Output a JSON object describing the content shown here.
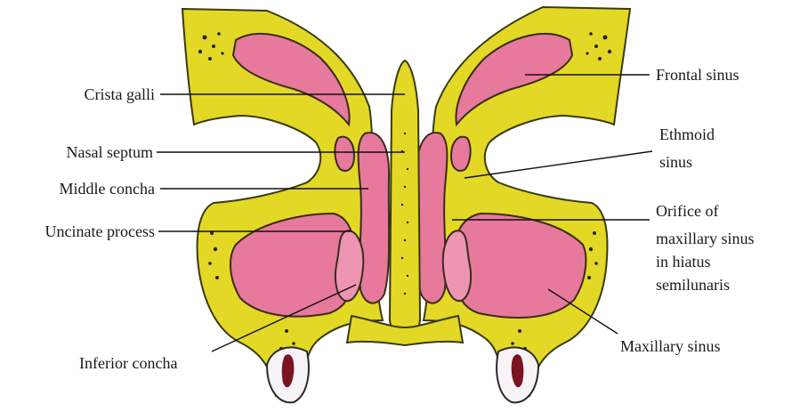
{
  "labels": {
    "crista_galli": "Crista galli",
    "nasal_septum": "Nasal septum",
    "middle_concha": "Middle concha",
    "uncinate_process": "Uncinate process",
    "inferior_concha": "Inferior concha",
    "frontal_sinus": "Frontal sinus",
    "ethmoid_sinus_line1": "Ethmoid",
    "ethmoid_sinus_line2": "sinus",
    "orifice_line1": "Orifice of",
    "orifice_line2": "maxillary sinus",
    "orifice_line3": "in hiatus",
    "orifice_line4": "semilunaris",
    "maxillary_sinus": "Maxillary sinus"
  },
  "colors": {
    "bone": "#e3d826",
    "sinus": "#e7799c",
    "tooth": "#f7f3f7",
    "tooth_root": "#7a1420",
    "leader": "#111111"
  }
}
